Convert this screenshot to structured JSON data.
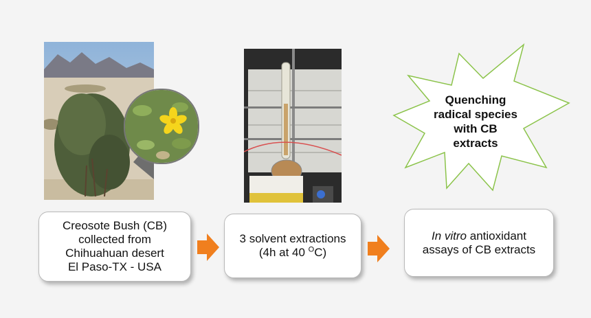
{
  "steps": [
    {
      "lines": [
        "Creosote Bush (CB)",
        "collected from",
        "Chihuahuan desert",
        "El Paso-TX - USA"
      ]
    },
    {
      "line1": "3 solvent extractions",
      "line2_prefix": "(4h at 40 ",
      "line2_sup": "O",
      "line2_suffix": "C)"
    },
    {
      "italic": "In vitro",
      "line1_rest": " antioxidant",
      "line2": "assays of CB extracts"
    }
  ],
  "callout": {
    "lines": [
      "Quenching",
      "radical species",
      "with CB",
      "extracts"
    ]
  },
  "colors": {
    "arrow": "#f07f1e",
    "star_stroke": "#8bc34a",
    "box_border": "#b9b9b9",
    "background": "#f4f4f4"
  }
}
